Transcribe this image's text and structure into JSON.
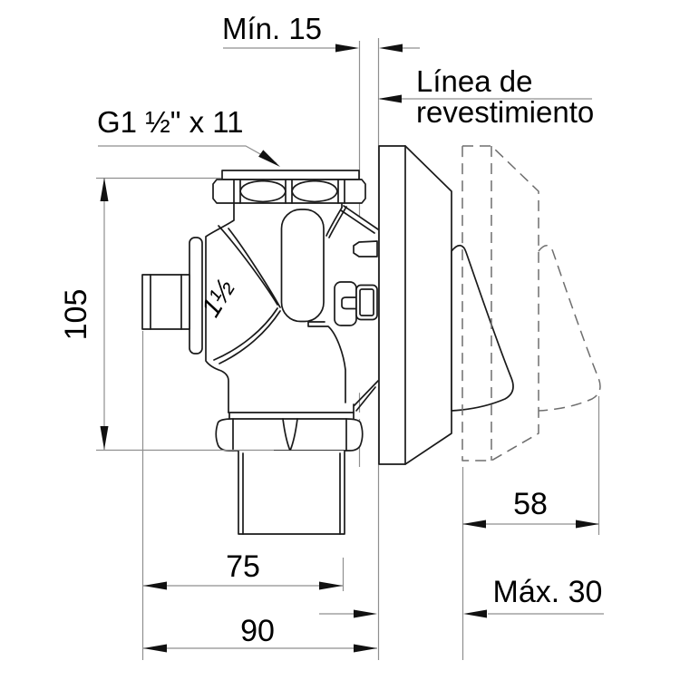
{
  "drawing": {
    "annotations": {
      "min_recess": "Mín. 15",
      "finish_line_1": "Línea de",
      "finish_line_2": "revestimiento",
      "thread_spec": "G1 ½\" x 11",
      "inlet_size": "1½"
    },
    "dimensions": {
      "height": "105",
      "handle_protrusion": "58",
      "max_finish_depth": "Máx. 30",
      "outlet_width": "75",
      "overall_depth": "90"
    },
    "colors": {
      "object_line": "#1a1a1a",
      "dimension_line": "#8f8f8f",
      "dashed_line": "#6e6e6e",
      "arrow": "#111111",
      "text": "#000000",
      "background": "#ffffff"
    }
  }
}
